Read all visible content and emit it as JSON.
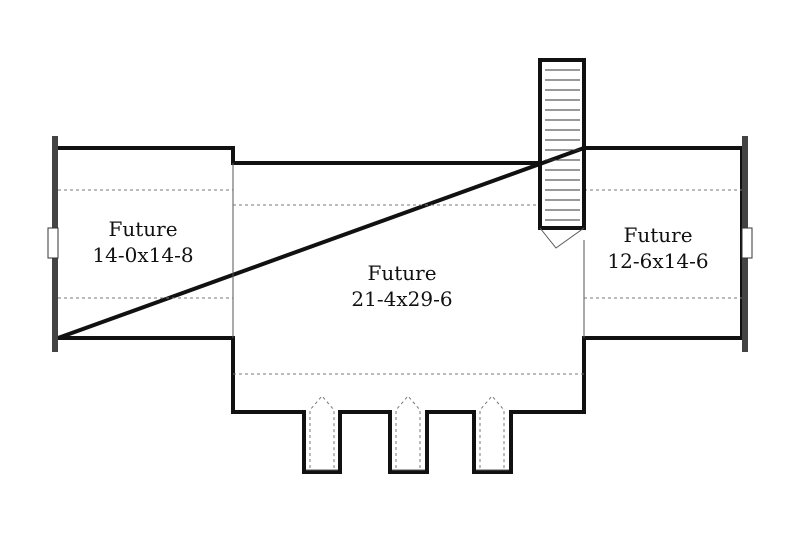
{
  "rooms": {
    "left": {
      "name": "Future",
      "size": "14-0x14-8"
    },
    "center": {
      "name": "Future",
      "size": "21-4x29-6"
    },
    "right": {
      "name": "Future",
      "size": "12-6x14-6"
    }
  },
  "colors": {
    "wall": "#111111",
    "background": "#ffffff"
  }
}
